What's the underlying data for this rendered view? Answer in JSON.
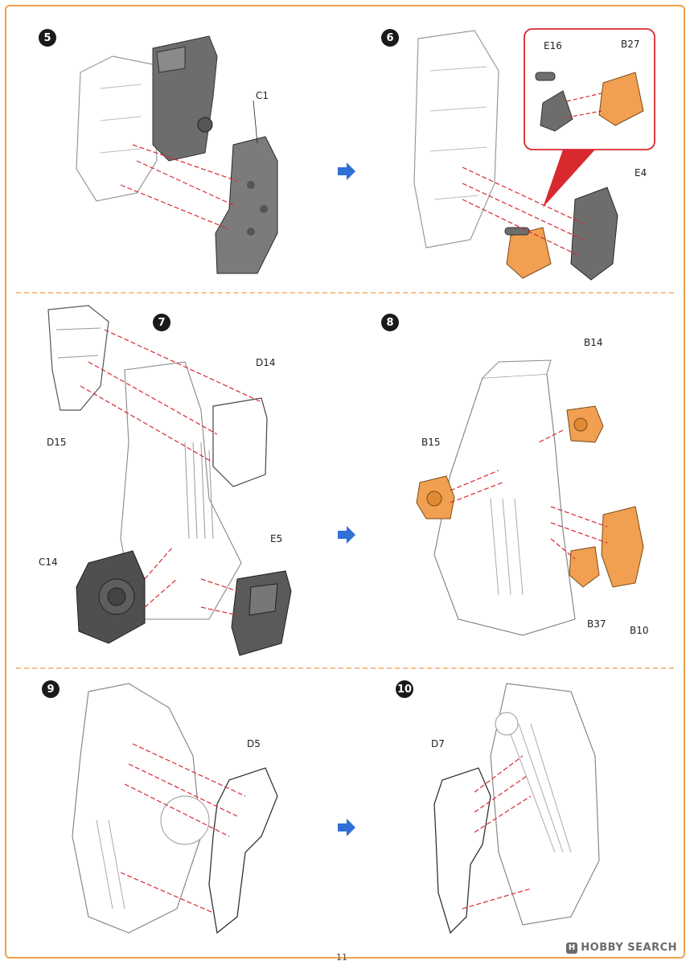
{
  "steps": [
    {
      "number": "5",
      "parts": [
        "C1"
      ]
    },
    {
      "number": "6",
      "parts": [
        "E16",
        "B27",
        "E4"
      ]
    },
    {
      "number": "7",
      "parts": [
        "D14",
        "D15",
        "C14",
        "E5"
      ]
    },
    {
      "number": "8",
      "parts": [
        "B14",
        "B15",
        "B37",
        "B10"
      ]
    },
    {
      "number": "9",
      "parts": [
        "D5"
      ]
    },
    {
      "number": "10",
      "parts": [
        "D7"
      ]
    }
  ],
  "page_number": "11",
  "watermark": "HOBBY SEARCH",
  "colors": {
    "border": "#f1a04c",
    "orange_part": "#f0a050",
    "gray_part": "#6d6d6d",
    "arrow_blue": "#2f6fd6",
    "guide_red": "#d8292f"
  }
}
